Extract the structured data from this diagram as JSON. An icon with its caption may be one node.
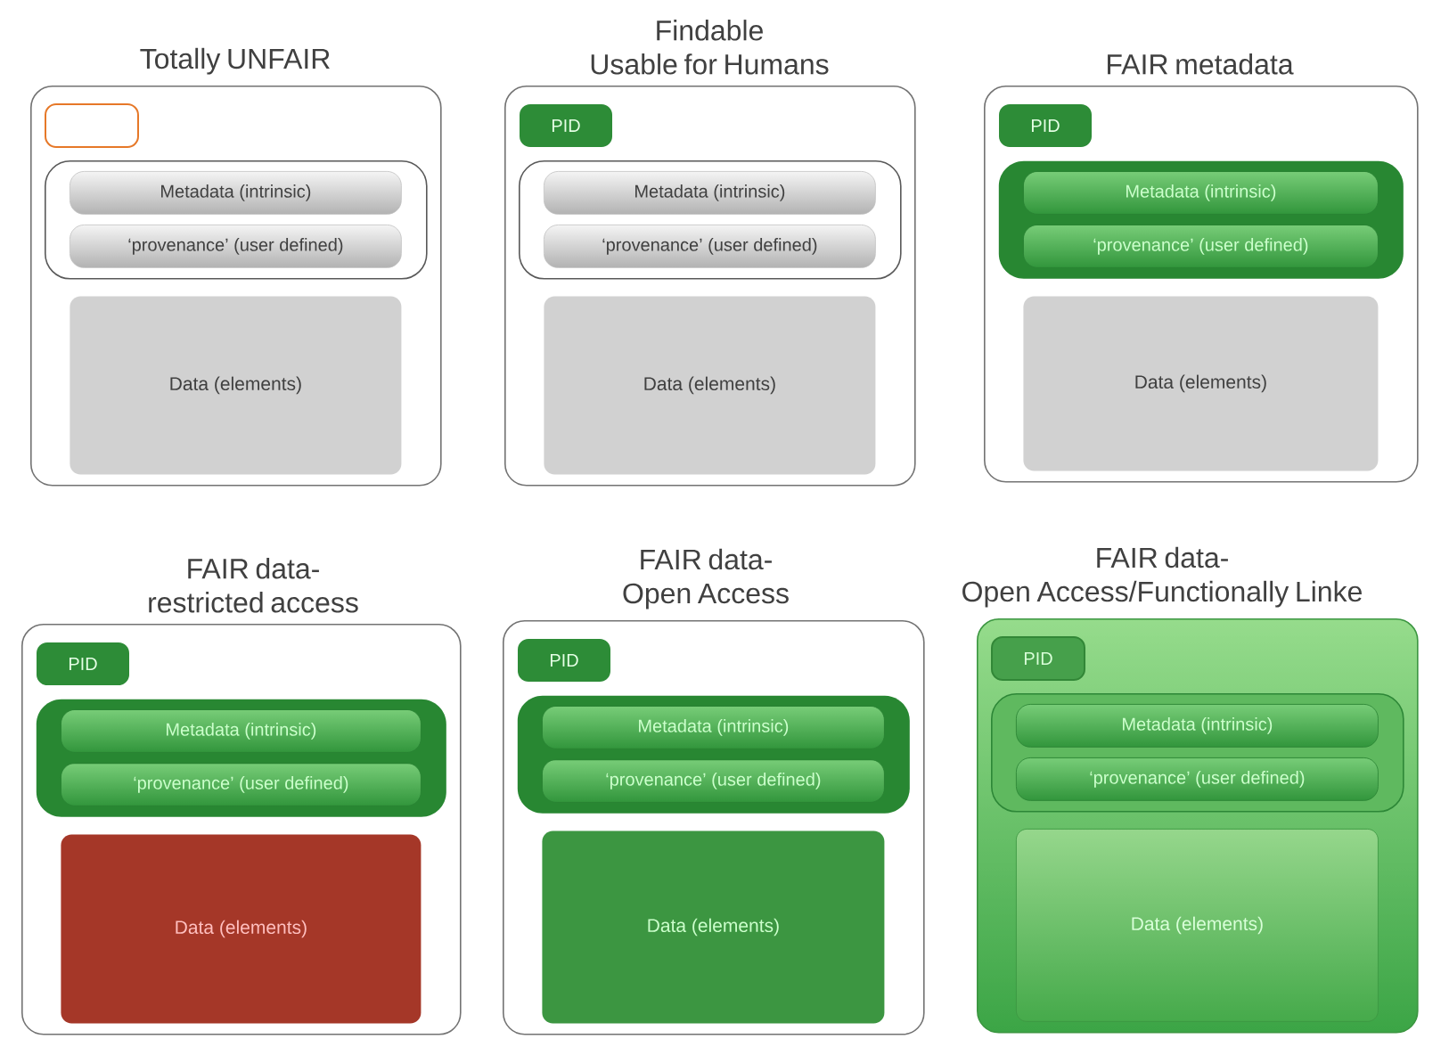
{
  "diagram": {
    "nodes": [
      {
        "text": [
          "Totally UNFAIR"
        ]
      },
      {
        "text": [],
        "shape": "box",
        "in": 0
      },
      {
        "text": [],
        "shape": "box",
        "in": 0
      },
      {
        "text": [
          "Metadata (intrinsic)"
        ],
        "in": 2
      },
      {
        "text": [
          "‘provenance’ (user defined)"
        ],
        "in": 2
      },
      {
        "text": [
          "Data (elements)"
        ],
        "in": 0
      },
      {
        "text": [
          "Findable Usable for Humans"
        ]
      },
      {
        "text": [
          "PID"
        ],
        "in": 6
      },
      {
        "text": [],
        "shape": "box",
        "in": 6
      },
      {
        "text": [
          "Metadata (intrinsic)"
        ],
        "in": 8
      },
      {
        "text": [
          "‘provenance’ (user defined)"
        ],
        "in": 8
      },
      {
        "text": [
          "Data (elements)"
        ],
        "in": 6
      },
      {
        "text": [
          "FAIR metadata"
        ]
      },
      {
        "text": [
          "PID"
        ],
        "in": 12
      },
      {
        "text": [],
        "shape": "box",
        "in": 12
      },
      {
        "text": [
          "Metadata (intrinsic)"
        ],
        "in": 14
      },
      {
        "text": [
          "‘provenance’ (user defined)"
        ],
        "in": 14
      },
      {
        "text": [
          "Data (elements)"
        ],
        "in": 12
      },
      {
        "text": [
          "FAIR data- restricted access"
        ]
      },
      {
        "text": [
          "PID"
        ],
        "in": 18
      },
      {
        "text": [],
        "shape": "box",
        "in": 18
      },
      {
        "text": [
          "Metadata (intrinsic)"
        ],
        "in": 20
      },
      {
        "text": [
          "‘provenance’ (user defined)"
        ],
        "in": 20
      },
      {
        "text": [
          "Data (elements)"
        ],
        "in": 18
      },
      {
        "text": [
          "FAIR data- Open Access"
        ]
      },
      {
        "text": [
          "PID"
        ],
        "in": 24
      },
      {
        "text": [],
        "shape": "box",
        "in": 24
      },
      {
        "text": [
          "Metadata (intrinsic)"
        ],
        "in": 26
      },
      {
        "text": [
          "‘provenance’ (user defined)"
        ],
        "in": 26
      },
      {
        "text": [
          "Data (elements)"
        ],
        "in": 24
      },
      {
        "text": [
          "FAIR data- Open Access/Functionally Linke"
        ]
      },
      {
        "text": [
          "PID"
        ],
        "in": 30
      },
      {
        "text": [],
        "shape": "box",
        "in": 30
      },
      {
        "text": [
          "Metadata (intrinsic)"
        ],
        "in": 32
      },
      {
        "text": [
          "‘provenance’ (user defined)"
        ],
        "in": 32
      },
      {
        "text": [
          "Data (elements)"
        ],
        "in": 30
      }
    ]
  }
}
